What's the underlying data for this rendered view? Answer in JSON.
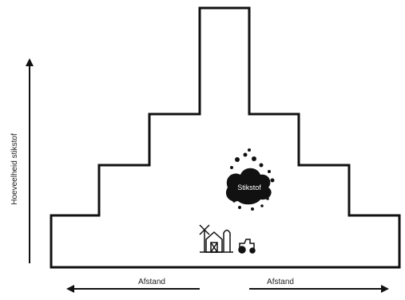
{
  "diagram": {
    "y_axis_label": "Hoeveelheid stikstof",
    "x_axis_left_label": "Afstand",
    "x_axis_right_label": "Afstand",
    "cloud_label": "Stikstof",
    "icons": [
      "farm-icon",
      "tractor-icon",
      "nitrogen-cloud-icon"
    ],
    "colors": {
      "stroke": "#111111",
      "cloud": "#111111",
      "cloud_text": "#ffffff",
      "background": "#ffffff"
    }
  }
}
